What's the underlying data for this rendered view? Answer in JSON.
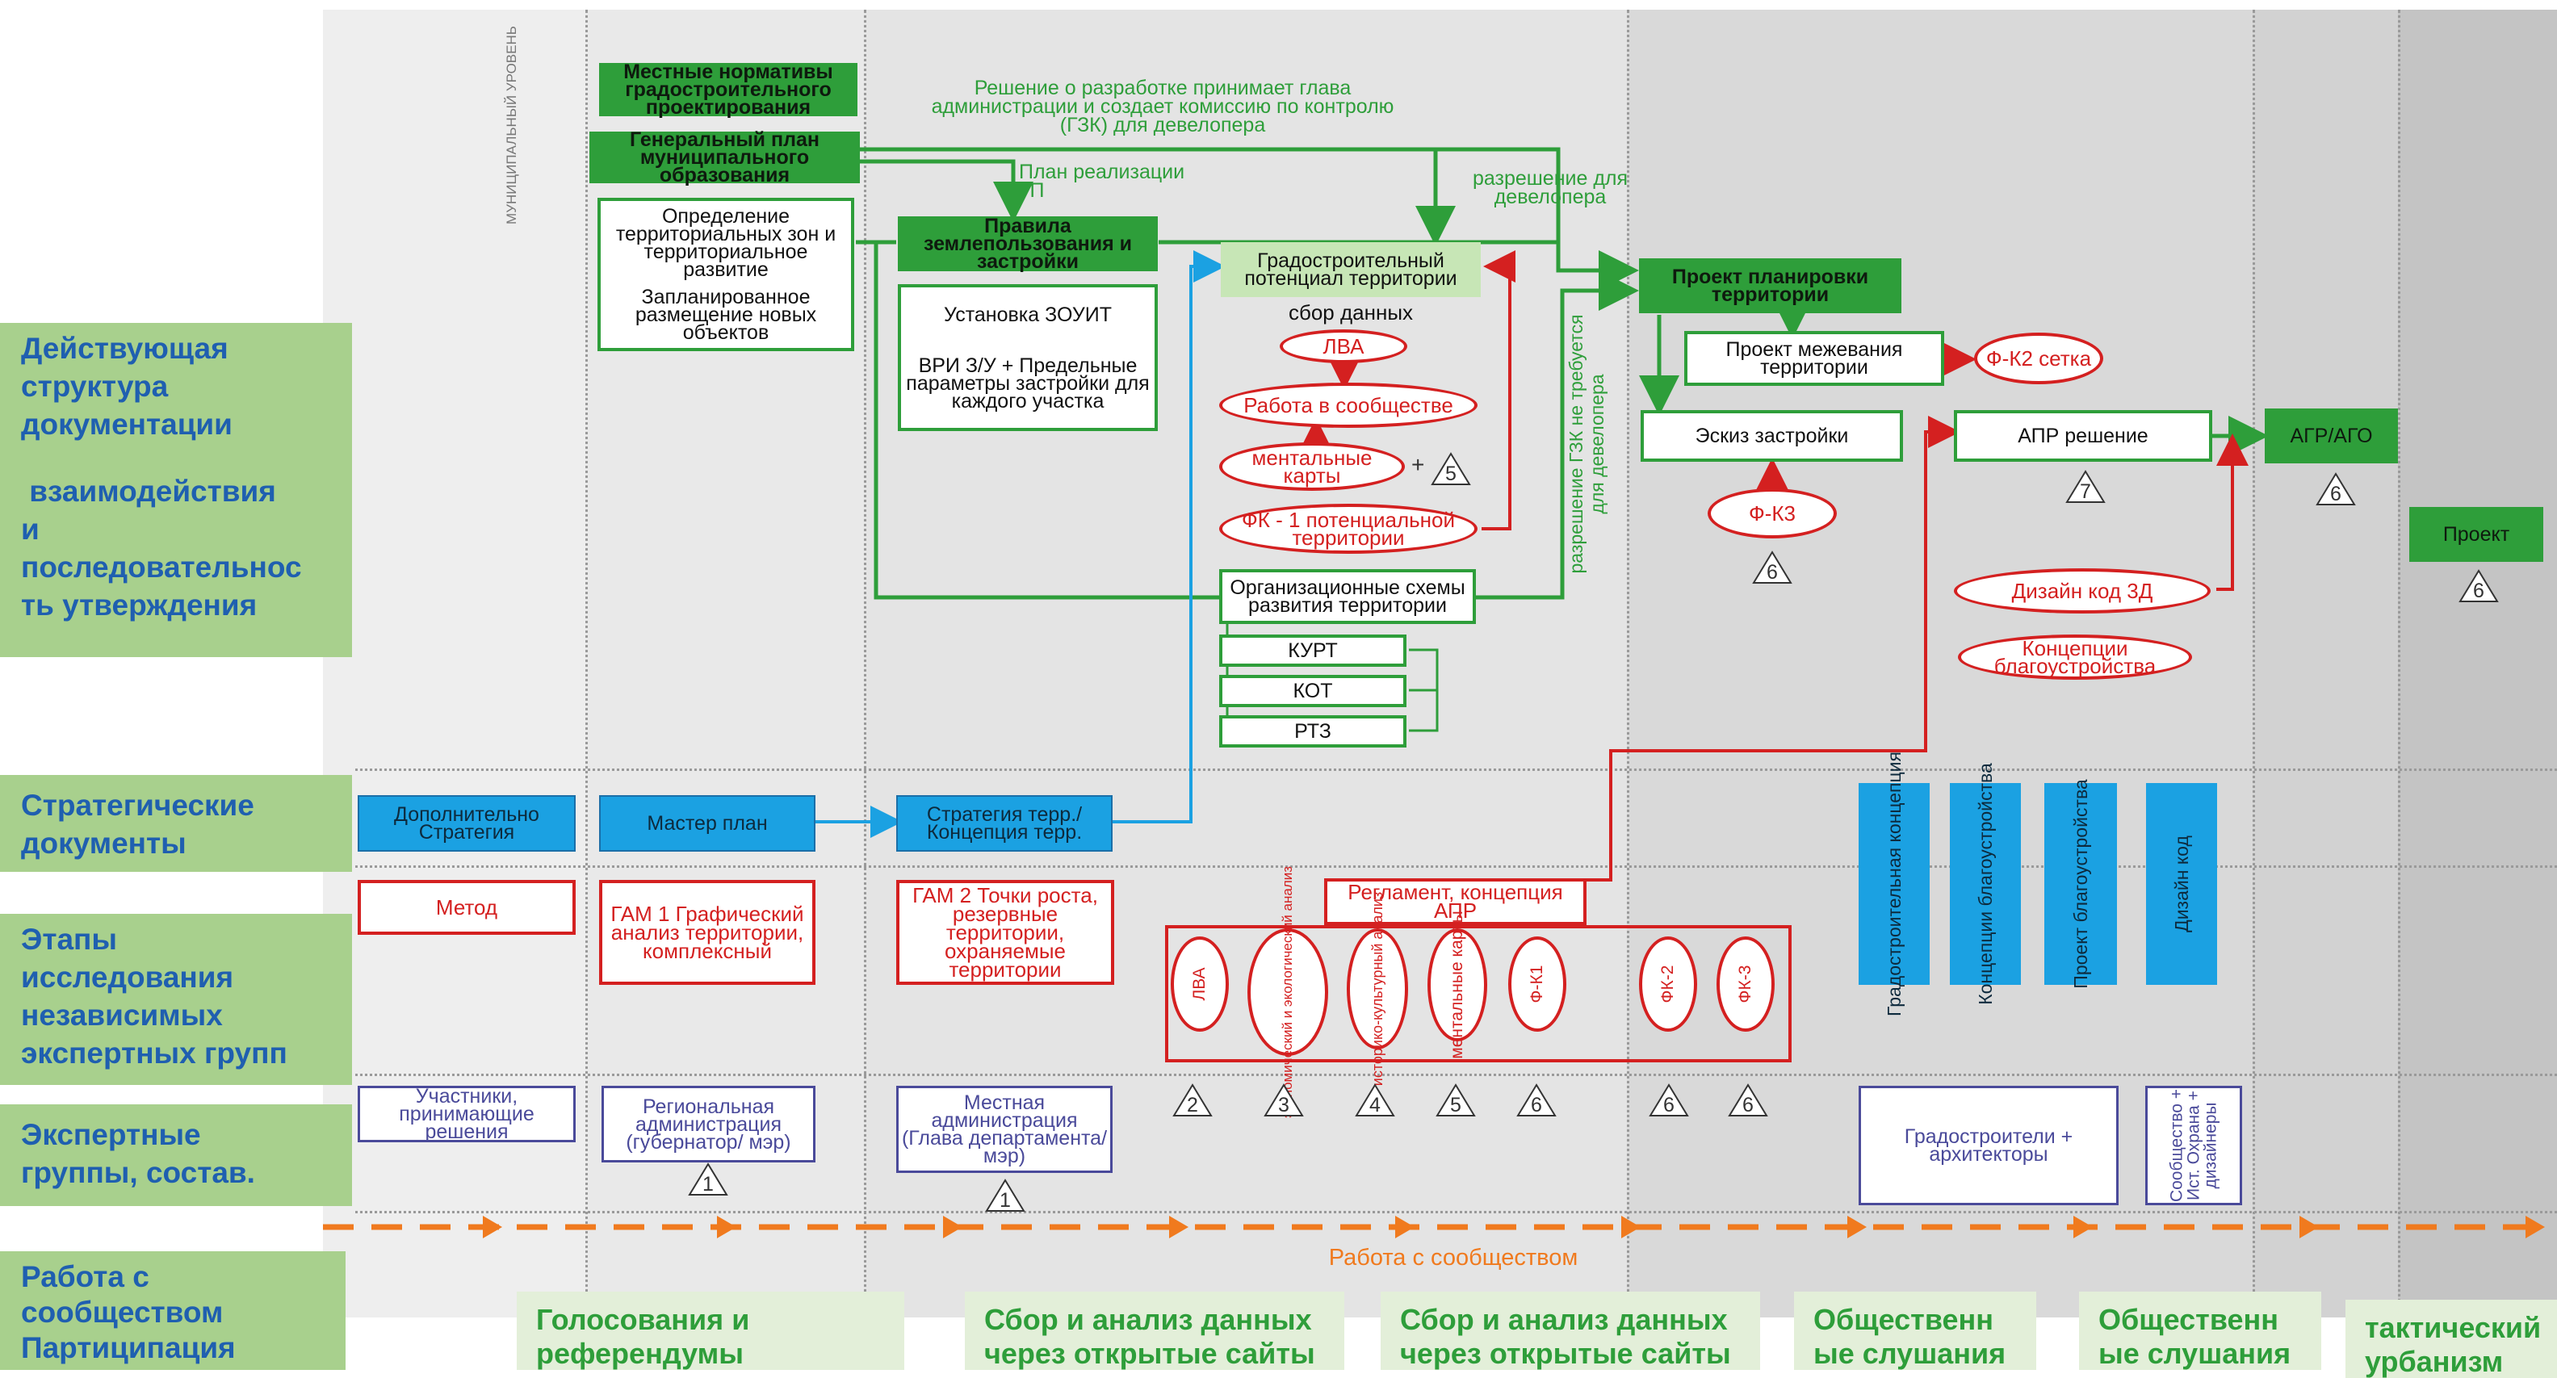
{
  "sidebar": {
    "documents": [
      "Действующая",
      "структура",
      "документации",
      "",
      " взаимодействия",
      "и",
      "последовательнос",
      "ть утверждения"
    ],
    "strategic": [
      "Стратегические",
      "документы"
    ],
    "stages": [
      "Этапы",
      "исследования",
      "независимых",
      "экспертных групп"
    ],
    "experts": [
      "Экспертные",
      "группы, состав."
    ],
    "community": [
      "Работа с",
      "сообществом",
      "Партиципация"
    ]
  },
  "municipal_label": "МУНИЦИПАЛЬНЫЙ УРОВЕНЬ",
  "doc_boxes": {
    "local_norms": "Местные нормативы градостроительного проектирования",
    "general_plan": "Генеральный план муниципального образования",
    "zones": "Определение территориальных зон и территориальное развитие",
    "new_objects": "Запланированное размещение новых объектов",
    "land_rules": "Правила землепользования и застройки",
    "zouit": "Установка ЗОУИТ",
    "vri": "ВРИ З/У + Предельные параметры застройки для каждого участка",
    "urban_potential": "Градостроительный потенциал территории",
    "data_collection": "сбор данных",
    "org_schemes": "Организационные схемы развития территории",
    "kurt": "КУРТ",
    "kot": "КОТ",
    "rtz": "РТЗ",
    "planning_project": "Проект планировки территории",
    "survey_project": "Проект межевания территории",
    "sketch": "Эскиз застройки",
    "apr_decision": "АПР решение",
    "agr": "АГР/АГО",
    "project": "Проект"
  },
  "green_notes": {
    "decision": "Решение о разработке принимает глава администрации и создает комиссию по контролю (ГЗК) для девелопера",
    "gp_plan": "План реализации ГП",
    "permit": "разрешение для девелопера",
    "no_gzk": "разрешение ГЗК не требуется для девелопера"
  },
  "red_items": {
    "lva": "ЛВА",
    "community_work": "Работа в сообществе",
    "mental_maps": "ментальные карты",
    "fk1": "ФК - 1 потенциальной территории",
    "fk2": "Ф-К2 сетка",
    "fk3": "Ф-К3",
    "design_code_3d": "Дизайн код 3Д",
    "improvement": "Концепции благоустройства",
    "reglament": "Регламент, концепция АПР",
    "method": "Метод",
    "gam1": "ГАМ 1 Графический анализ территории, комплексный",
    "gam2": "ГАМ 2 Точки роста, резервные территории, охраняемые территории",
    "plus": "+"
  },
  "research_ellipses": [
    "ЛВА",
    "экономический и экологический анализ",
    "историко-культурный анализ",
    "ментальные карты",
    "Ф-К1",
    "ФК-2",
    "ФК-3"
  ],
  "strategic_boxes": {
    "extra": "Дополнительно Стратегия",
    "master": "Мастер план",
    "strategy": "Стратегия терр./ Концепция терр."
  },
  "vertical_blue": [
    "Градостроительная концепция",
    "Концепции благоустройства",
    "Проект благоустройства",
    "Дизайн код"
  ],
  "expert_boxes": {
    "participants": "Участники, принимающие решения",
    "regional": "Региональная администрация (губернатор/ мэр)",
    "local": "Местная администрация (Глава департамента/ мэр)",
    "urbanists": "Градостроители + архитекторы",
    "community_mix": "Сообщество + Ист. Охрана + дизайнеры"
  },
  "triangles": [
    "5",
    "6",
    "6",
    "7",
    "6",
    "6",
    "2",
    "3",
    "4",
    "5",
    "6",
    "6",
    "6",
    "1",
    "1"
  ],
  "community_line": "Работа с сообществом",
  "bottom_cards": [
    "Голосования и референдумы",
    "Сбор  и анализ данных через открытые сайты",
    "Сбор  и анализ данных через открытые сайты",
    "Общественн ые слушания",
    "Общественн ые слушания",
    "тактический урбанизм"
  ],
  "colors": {
    "green": "#2e9e3a",
    "red": "#d42020",
    "blue": "#1ba1e2",
    "sidebar": "#a8d08d",
    "orange": "#f07a1e"
  }
}
